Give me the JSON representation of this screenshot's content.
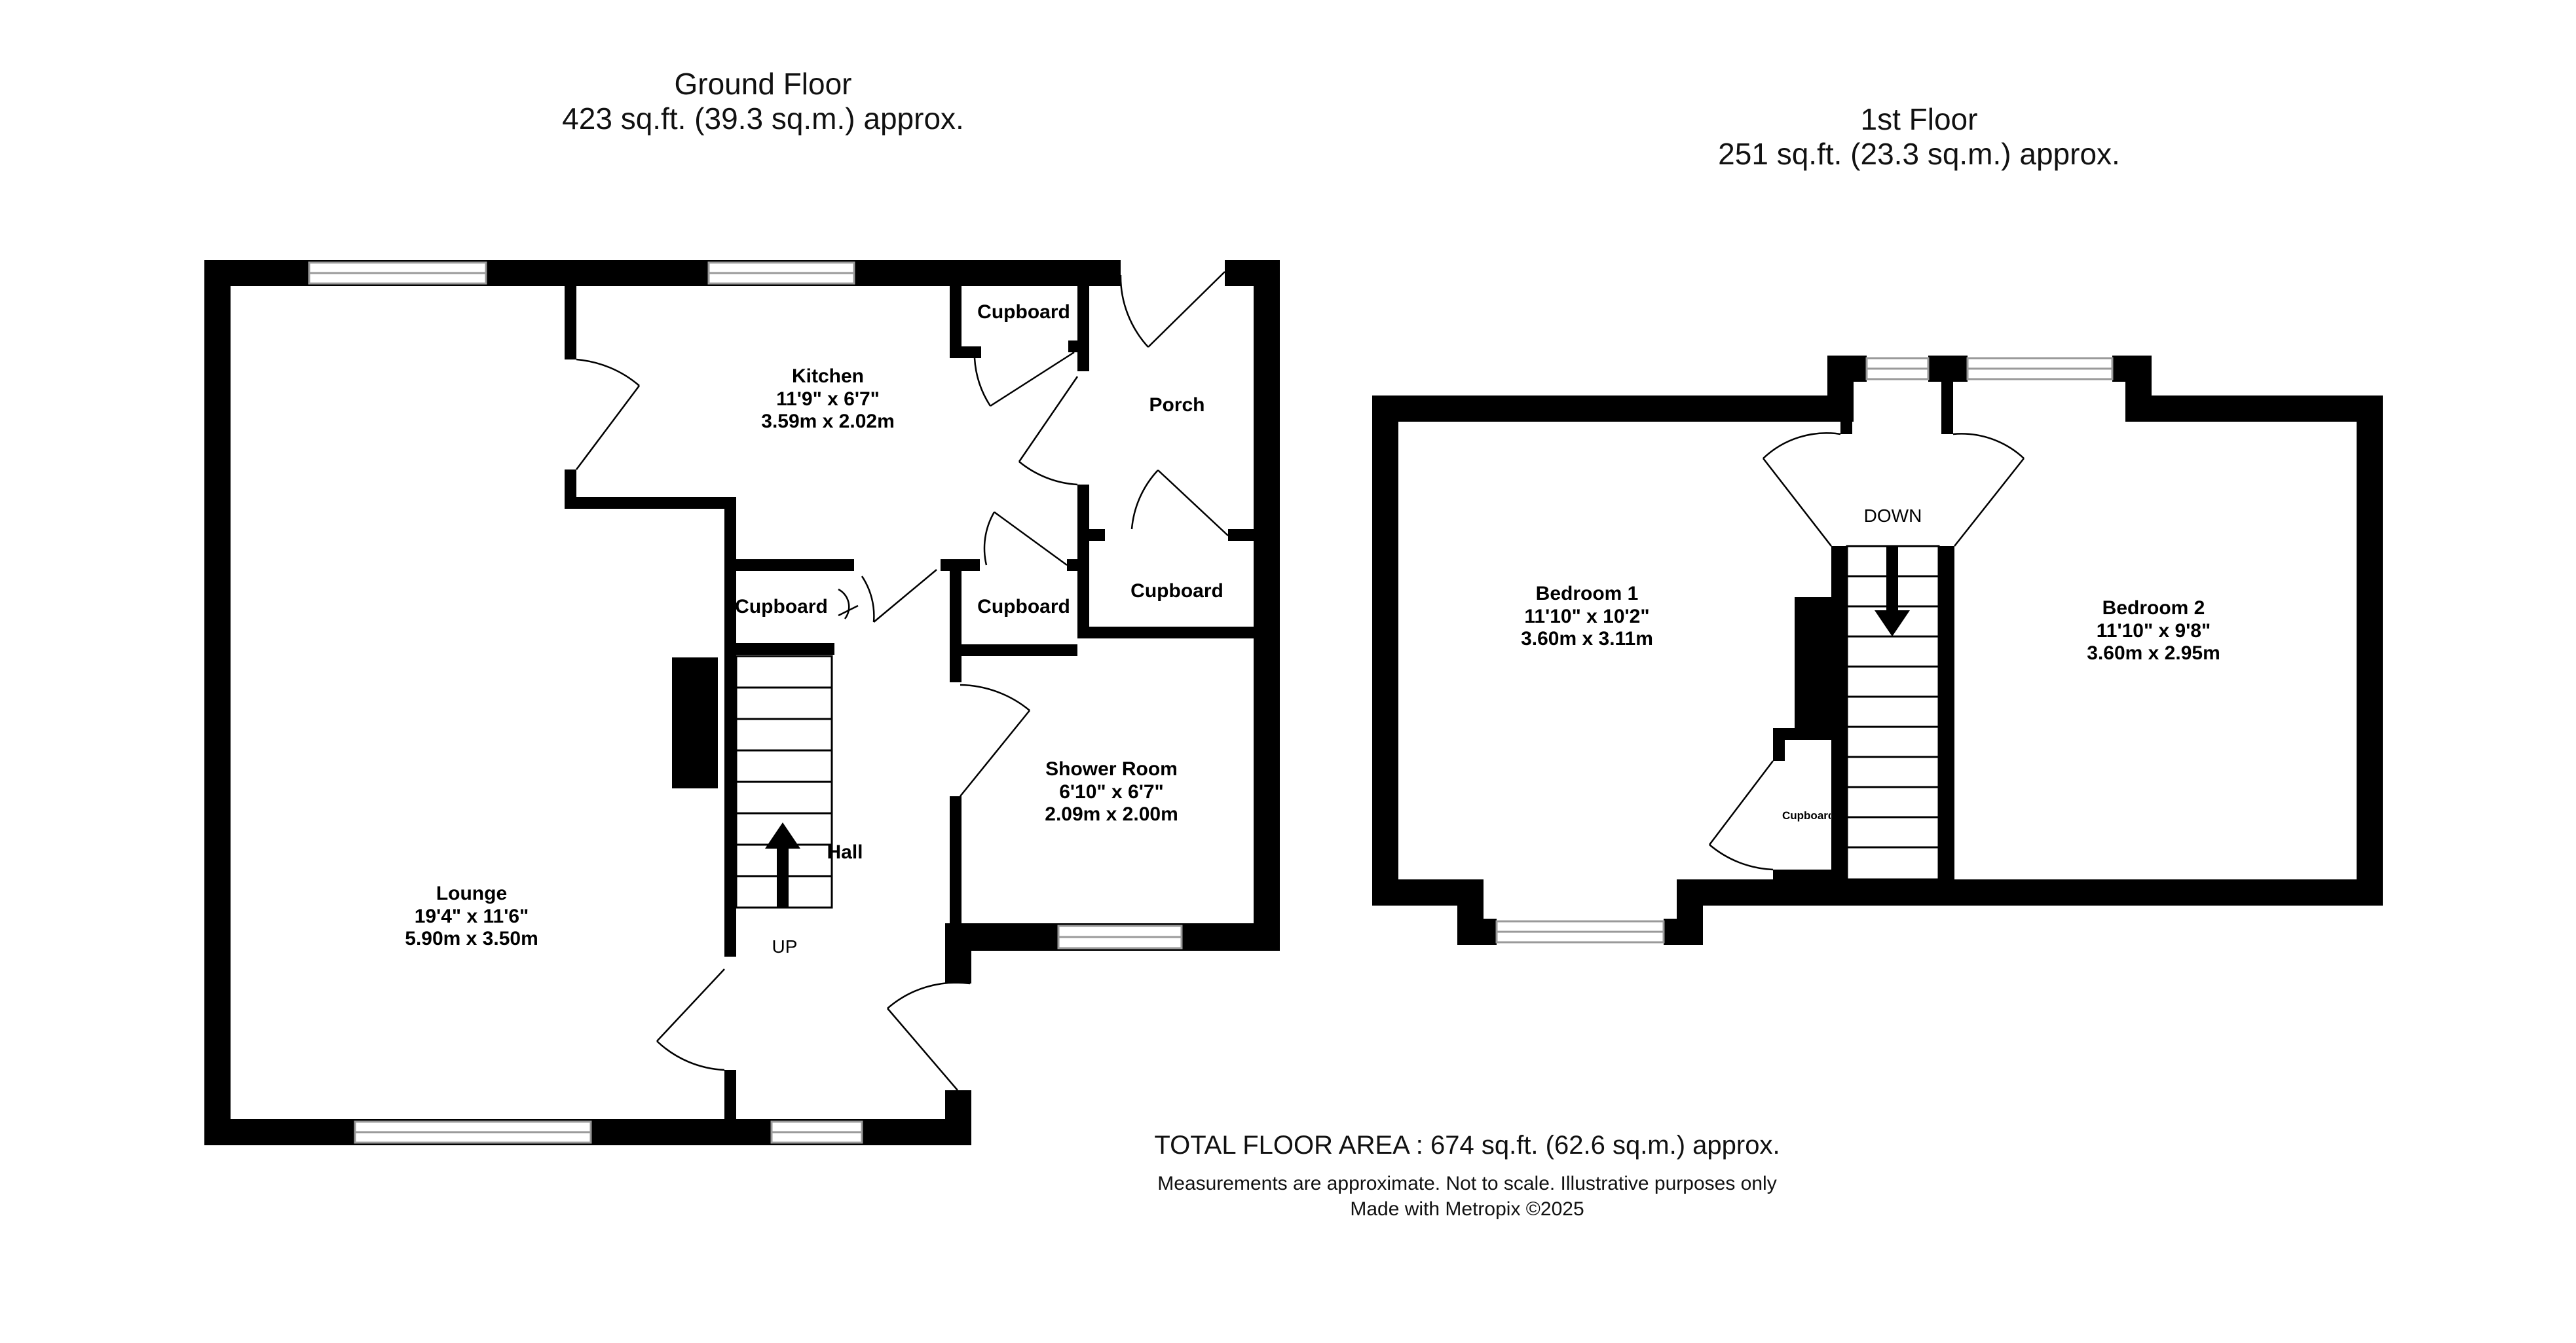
{
  "floors": [
    {
      "name": "Ground Floor",
      "area": "423 sq.ft. (39.3 sq.m.) approx."
    },
    {
      "name": "1st Floor",
      "area": "251 sq.ft. (23.3 sq.m.) approx."
    }
  ],
  "rooms": {
    "lounge": {
      "name": "Lounge",
      "imperial": "19'4\"  x 11'6\"",
      "metric": "5.90m  x 3.50m"
    },
    "kitchen": {
      "name": "Kitchen",
      "imperial": "11'9\"  x 6'7\"",
      "metric": "3.59m  x 2.02m"
    },
    "shower": {
      "name": "Shower Room",
      "imperial": "6'10\"  x 6'7\"",
      "metric": "2.09m  x 2.00m"
    },
    "bedroom1": {
      "name": "Bedroom 1",
      "imperial": "11'10\"  x 10'2\"",
      "metric": "3.60m  x 3.11m"
    },
    "bedroom2": {
      "name": "Bedroom 2",
      "imperial": "11'10\"  x 9'8\"",
      "metric": "3.60m  x 2.95m"
    }
  },
  "labels": {
    "porch": "Porch",
    "hall": "Hall",
    "cupboard": "Cupboard",
    "cupboard_small": "Cupboard",
    "up": "UP",
    "down": "DOWN"
  },
  "footer": {
    "total": "TOTAL FLOOR AREA : 674 sq.ft. (62.6 sq.m.) approx.",
    "disclaimer": "Measurements are approximate.  Not to scale.  Illustrative purposes only",
    "credit": "Made with Metropix ©2025"
  },
  "colors": {
    "wall": "#000000",
    "background": "#ffffff",
    "window_line": "#9a9a9a"
  }
}
